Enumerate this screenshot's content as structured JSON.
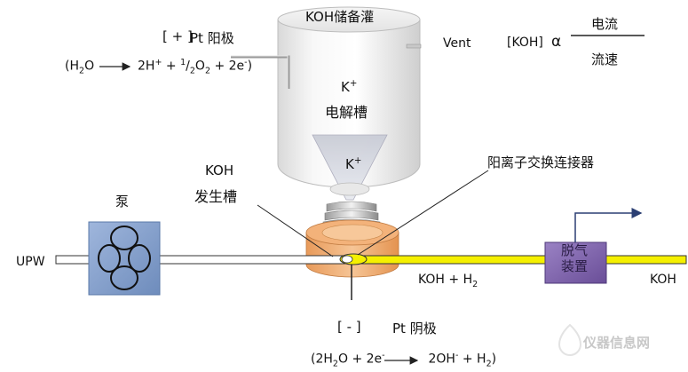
{
  "labels": {
    "tank": "KOH储备灌",
    "electrolysis_cell": "电解槽",
    "k_ion_upper": "K",
    "k_ion_lower": "K",
    "koh_generator_line1": "KOH",
    "koh_generator_line2": "发生槽",
    "pump": "泵",
    "upw": "UPW",
    "vent": "Vent",
    "anode_sign": "[ + ]",
    "anode_name": "Pt 阳极",
    "cathode_sign": "[ - ]",
    "cathode_name": "Pt 阴极",
    "connector": "阳离子交换连接器",
    "degasser_line1": "脱气",
    "degasser_line2": "装置",
    "koh_h2_flow": "KOH + H",
    "koh_outlet": "KOH",
    "proportional_left": "[KOH]",
    "proportional_symbol": "α",
    "fraction_numerator": "电流",
    "fraction_denominator": "流速",
    "watermark": "仪器信息网"
  },
  "equations": {
    "anode_open": "(H",
    "anode_water_o": "O",
    "anode_product_1": "2H",
    "anode_plus": "+",
    "anode_middle": " + ",
    "anode_half_num": "1",
    "anode_half_den": "2",
    "anode_o2": "O",
    "anode_electrons": " + 2e",
    "anode_minus": "-",
    "anode_close": ")",
    "cathode_open": "(2H",
    "cathode_water_o": "O + 2e",
    "cathode_minus": "-",
    "cathode_product": "2OH",
    "cathode_oh_minus": "-",
    "cathode_h2": " + H",
    "cathode_close": ")",
    "sub_2": "2",
    "sup_plus": "+"
  },
  "colors": {
    "yellow_channel": "#f5f000",
    "cell_orange": "#f0b078",
    "pump_blue": "#7f9cc8",
    "degasser_purple": "#7b5ea8"
  }
}
